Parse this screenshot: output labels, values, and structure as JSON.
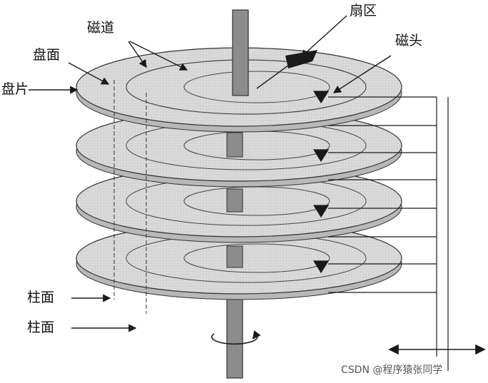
{
  "labels": {
    "sector": "扇区",
    "track": "磁道",
    "platter_surface": "盘面",
    "head": "磁头",
    "platter": "盘片",
    "cylinder_1": "柱面",
    "cylinder_2": "柱面"
  },
  "watermark": "CSDN @程序猿张同学",
  "colors": {
    "platter_fill": "#d9d9d9",
    "platter_shadow": "#bdbdbd",
    "spindle": "#8a8a8a",
    "line": "#1a1a1a",
    "background": "#ffffff"
  },
  "icons": {
    "rotation": "rotation-arrow-icon",
    "move": "double-arrow-icon"
  },
  "platter_count": 4
}
